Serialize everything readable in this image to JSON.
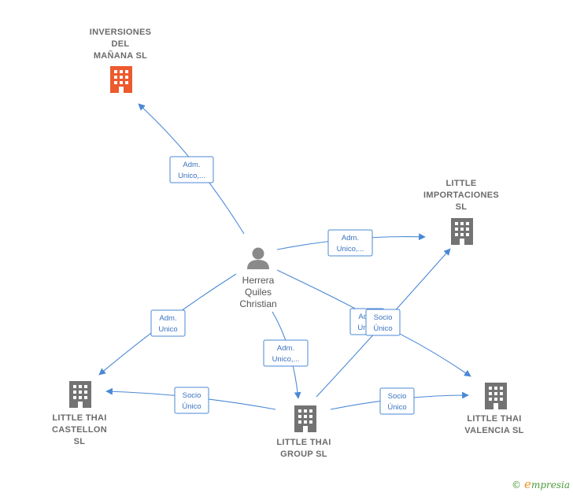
{
  "colors": {
    "edge": "#4a88d6",
    "building_main": "#ec5a2d",
    "building": "#737373",
    "person": "#8a8a8a"
  },
  "nodes": {
    "inversiones": {
      "lines": [
        "INVERSIONES",
        "DEL",
        "MAÑANA  SL"
      ],
      "icon": "building-icon",
      "highlight": true
    },
    "importaciones": {
      "lines": [
        "LITTLE",
        "IMPORTACIONES",
        "SL"
      ],
      "icon": "building-icon"
    },
    "castellon": {
      "lines": [
        "LITTLE THAI",
        "CASTELLON",
        "SL"
      ],
      "icon": "building-icon"
    },
    "group": {
      "lines": [
        "LITTLE THAI",
        "GROUP  SL"
      ],
      "icon": "building-icon"
    },
    "valencia": {
      "lines": [
        "LITTLE THAI",
        "VALENCIA  SL"
      ],
      "icon": "building-icon"
    },
    "person": {
      "lines": [
        "Herrera",
        "Quiles",
        "Christian"
      ],
      "icon": "person-icon"
    }
  },
  "edges": [
    {
      "id": "p-inversiones",
      "lines": [
        "Adm.",
        "Unico,..."
      ]
    },
    {
      "id": "p-importaciones",
      "lines": [
        "Adm.",
        "Unico,..."
      ]
    },
    {
      "id": "p-castellon",
      "lines": [
        "Adm.",
        "Unico"
      ]
    },
    {
      "id": "p-group",
      "lines": [
        "Adm.",
        "Unico,..."
      ]
    },
    {
      "id": "p-valencia",
      "lines": [
        "Adm.",
        "Unico"
      ]
    },
    {
      "id": "g-importaciones",
      "lines": [
        "Socio",
        "Único"
      ]
    },
    {
      "id": "g-castellon",
      "lines": [
        "Socio",
        "Único"
      ]
    },
    {
      "id": "g-valencia",
      "lines": [
        "Socio",
        "Único"
      ]
    }
  ],
  "footer": {
    "copyright": "©",
    "brand_initial": "e",
    "brand_rest": "mpresia"
  }
}
